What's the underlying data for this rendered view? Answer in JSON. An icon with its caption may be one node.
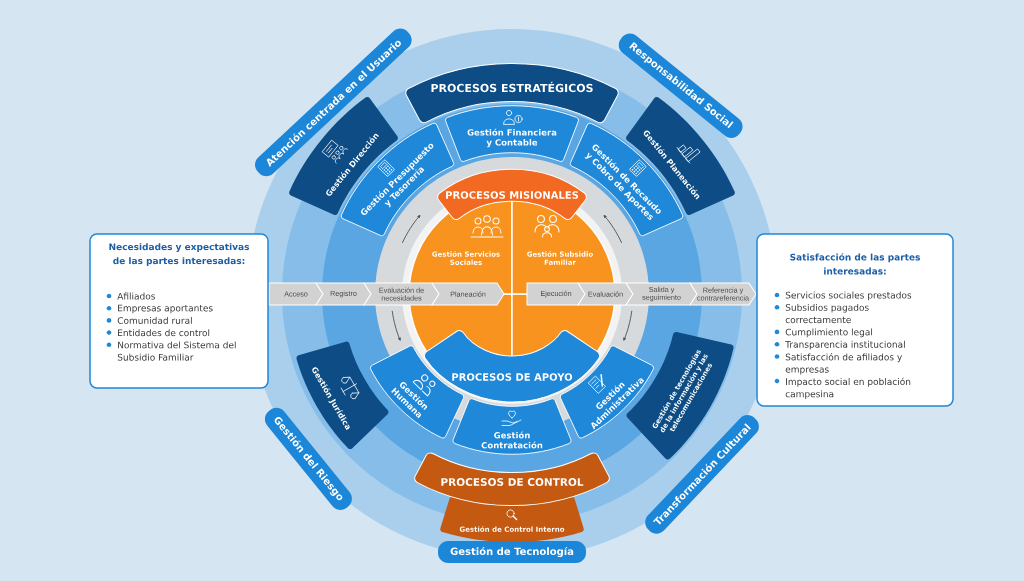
{
  "diagram": {
    "nodes": [
      {
        "text": [
          "Atención centrada en el Usuario"
        ]
      },
      {
        "text": [
          "Responsabilidad Social"
        ]
      },
      {
        "text": [
          "PROCESOS ESTRATÉGICOS"
        ]
      },
      {
        "text": [
          "Gestión Dirección"
        ]
      },
      {
        "text": [
          "Gestión Presupuesto y Tesorería"
        ]
      },
      {
        "text": [
          "Gestión Financiera y Contable"
        ]
      },
      {
        "text": [
          "Gestión de Recaudo y Cobro de Aportes"
        ]
      },
      {
        "text": [
          "Gestión Planeación"
        ]
      },
      {
        "text": [
          "PROCESOS MISIONALES"
        ]
      },
      {
        "text": [
          "Gestión Servicios Sociales"
        ]
      },
      {
        "text": [
          "Gestión Subsidio Familiar"
        ]
      },
      {
        "text": [
          "Necesidades y expectativas de las partes interesadas:",
          "Afiliados",
          "Empresas aportantes",
          "Comunidad rural",
          "Entidades de control",
          "Normativa del Sistema del Subsidio Familiar"
        ]
      },
      {
        "text": [
          "Acceso"
        ]
      },
      {
        "text": [
          "Registro"
        ]
      },
      {
        "text": [
          "Evaluación de necesidades"
        ]
      },
      {
        "text": [
          "Planeación"
        ]
      },
      {
        "text": [
          "Ejecución"
        ]
      },
      {
        "text": [
          "Evaluación"
        ]
      },
      {
        "text": [
          "Salida y seguimiento"
        ]
      },
      {
        "text": [
          "Referencia y contrareferencia"
        ]
      },
      {
        "text": [
          "Satisfacción de las partes interesadas:",
          "Servicios sociales prestados",
          "Subsidios pagados correctamente",
          "Cumplimiento legal",
          "Transparencia institucional",
          "Satisfacción de afiliados y empresas",
          "Impacto social en población campesina"
        ]
      },
      {
        "text": [
          "Gestión Jurídica"
        ]
      },
      {
        "text": [
          "PROCESOS DE APOYO"
        ]
      },
      {
        "text": [
          "Gestión Humana"
        ]
      },
      {
        "text": [
          "Gestión Contratación"
        ]
      },
      {
        "text": [
          "Gestión Administrativa"
        ]
      },
      {
        "text": [
          "Gestión de tecnologías de la información y las telecomunicaciones"
        ]
      },
      {
        "text": [
          "Gestión del Riesgo"
        ]
      },
      {
        "text": [
          "Transformación Cultural"
        ]
      },
      {
        "text": [
          "PROCESOS DE CONTROL"
        ]
      },
      {
        "text": [
          "Gestión de Control Interno"
        ]
      },
      {
        "text": [
          "Gestión de Tecnología"
        ]
      }
    ]
  }
}
